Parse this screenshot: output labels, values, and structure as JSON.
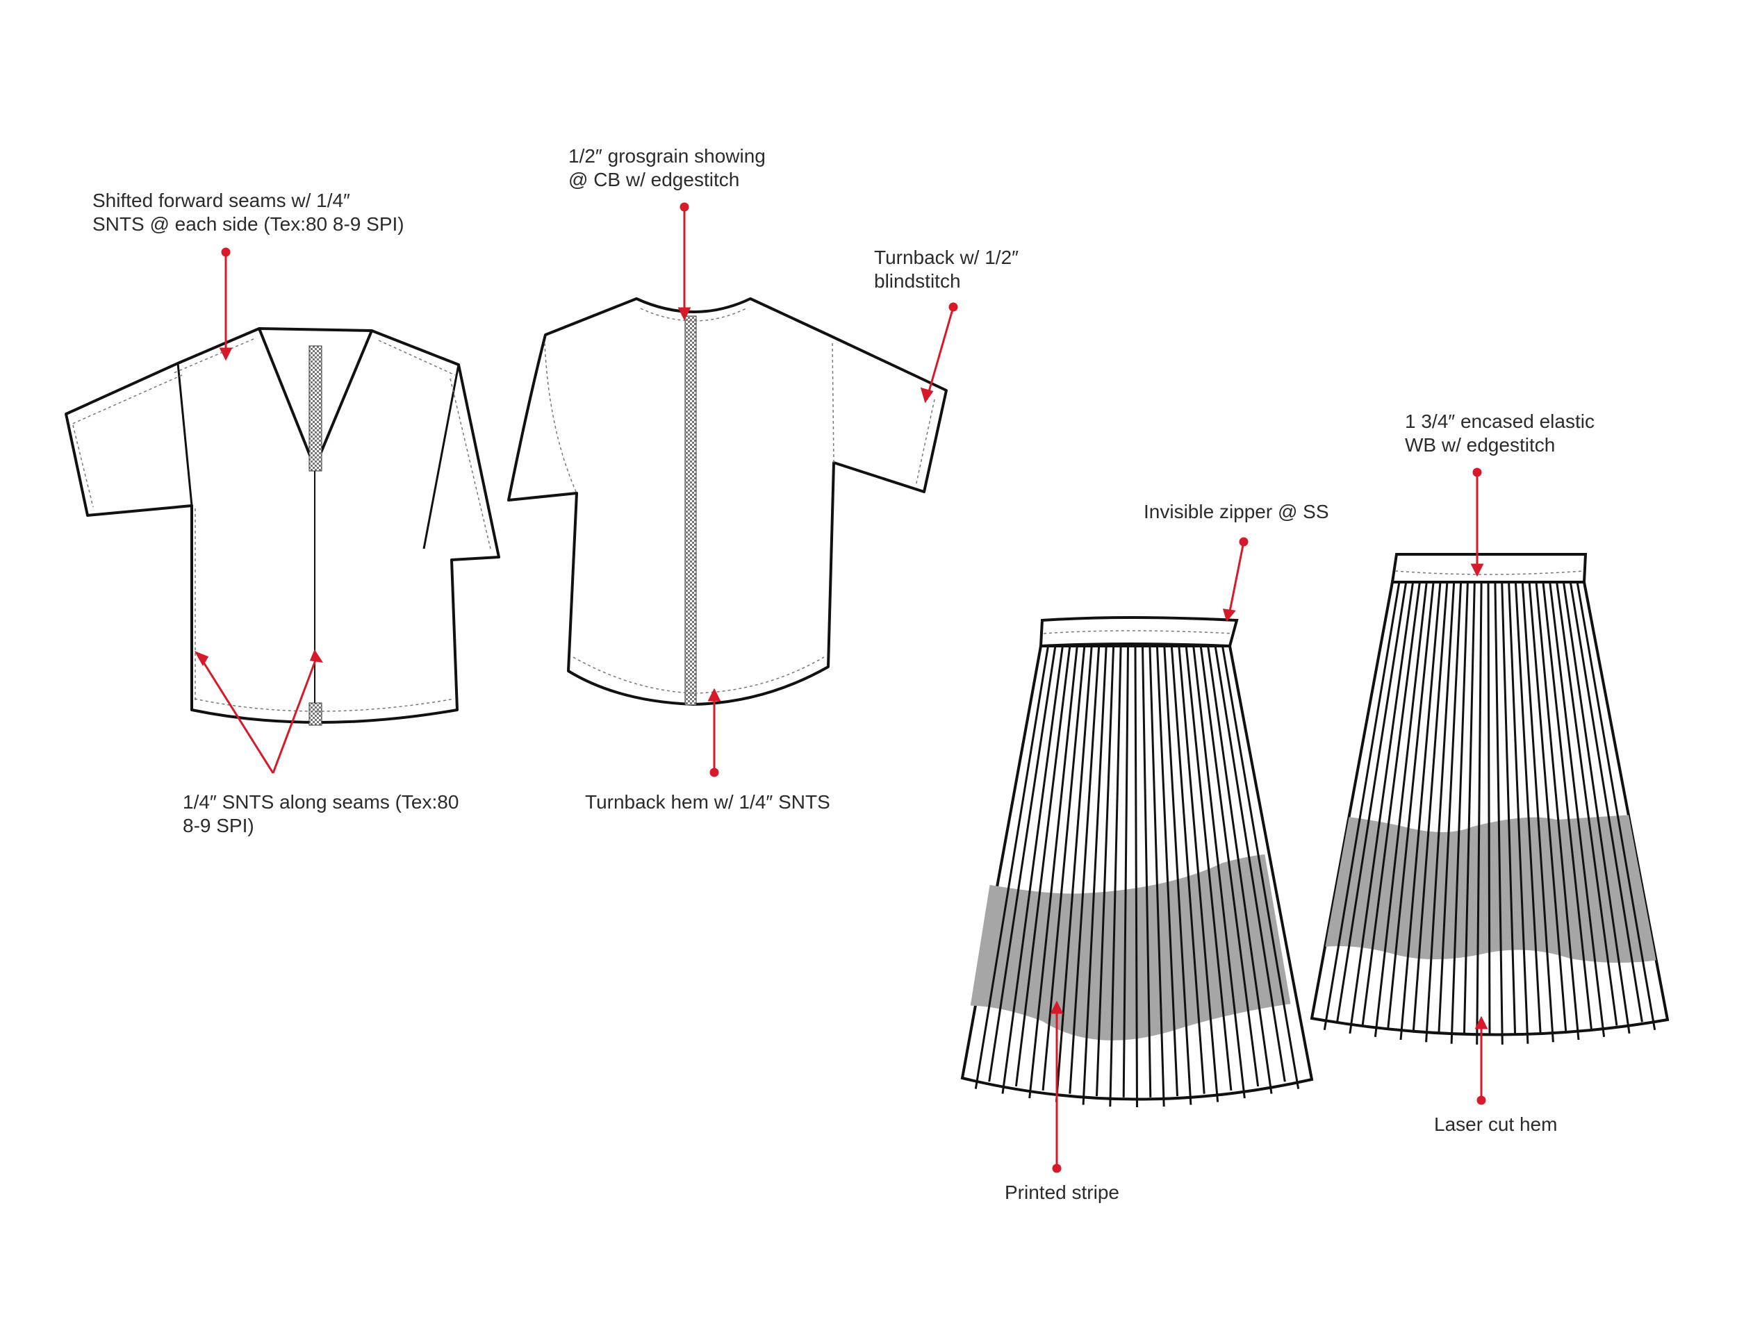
{
  "callouts": {
    "shifted_seams": [
      "Shifted forward seams w/ 1/4″",
      "SNTS @ each side (Tex:80 8-9 SPI)"
    ],
    "grosgrain": [
      "1/2″ grosgrain showing",
      "@ CB w/ edgestitch"
    ],
    "turnback_sleeve": [
      "Turnback w/ 1/2″",
      "blindstitch"
    ],
    "snts_seams": [
      "1/4″ SNTS along seams (Tex:80",
      "8-9 SPI)"
    ],
    "turnback_hem": [
      "Turnback hem w/ 1/4″ SNTS"
    ],
    "elastic_wb": [
      "1 3/4″ encased elastic",
      "WB w/ edgestitch"
    ],
    "invisible_zipper": [
      "Invisible zipper @ SS"
    ],
    "printed_stripe": [
      "Printed stripe"
    ],
    "laser_cut_hem": [
      "Laser cut hem"
    ]
  },
  "colors": {
    "callout_red": "#d7192a",
    "stripe_gray": "#a6a6a6",
    "outline": "#111111"
  }
}
